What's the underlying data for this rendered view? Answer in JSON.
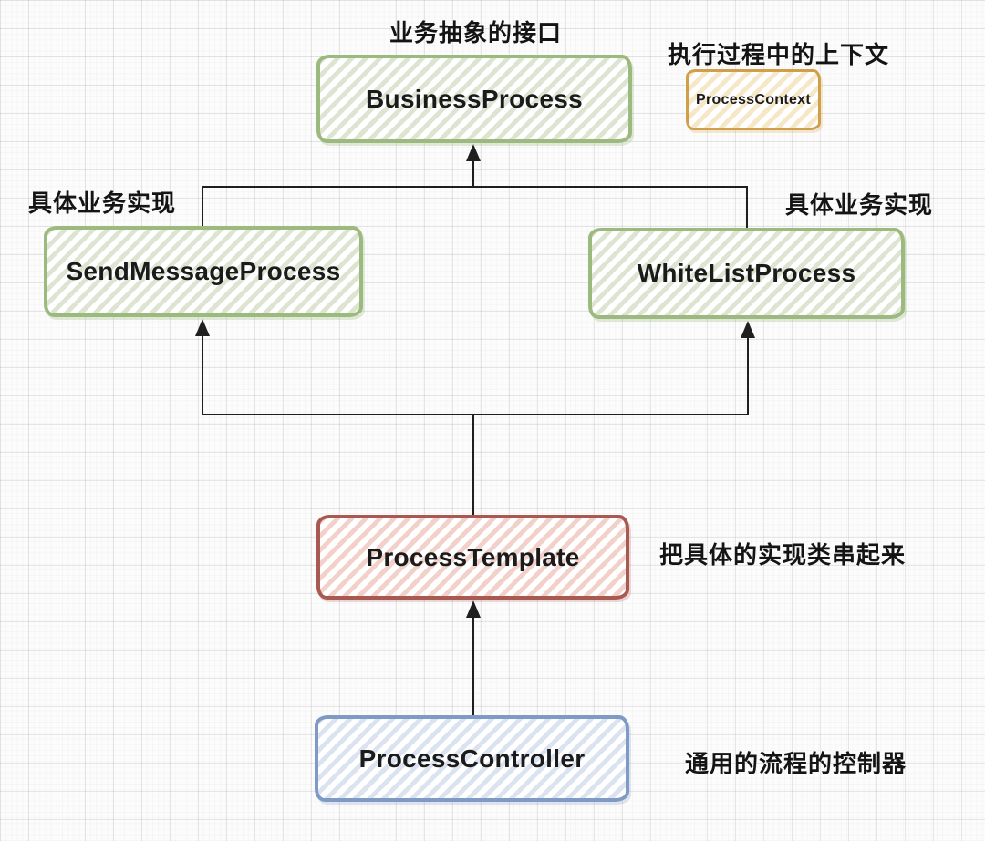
{
  "colors": {
    "green_border": "#9cba7e",
    "green_stripe": "#dde5d2",
    "orange_border": "#cf9f49",
    "orange_stripe": "#f6e7c8",
    "red_border": "#a85a52",
    "red_stripe": "#f2d1ca",
    "blue_border": "#7f9bc5",
    "blue_stripe": "#dbe2f0",
    "line": "#1f1f1f"
  },
  "nodes": {
    "business_process": {
      "label": "BusinessProcess"
    },
    "process_context": {
      "label": "ProcessContext"
    },
    "send_message_process": {
      "label": "SendMessageProcess"
    },
    "white_list_process": {
      "label": "WhiteListProcess"
    },
    "process_template": {
      "label": "ProcessTemplate"
    },
    "process_controller": {
      "label": "ProcessController"
    }
  },
  "annotations": {
    "business_interface": "业务抽象的接口",
    "context": "执行过程中的上下文",
    "impl_left": "具体业务实现",
    "impl_right": "具体业务实现",
    "template": "把具体的实现类串起来",
    "controller": "通用的流程的控制器"
  },
  "edges": [
    {
      "from": "SendMessageProcess",
      "to": "BusinessProcess",
      "type": "arrow-up"
    },
    {
      "from": "WhiteListProcess",
      "to": "BusinessProcess",
      "type": "arrow-up"
    },
    {
      "from": "ProcessTemplate",
      "to": "SendMessageProcess",
      "type": "arrow-up"
    },
    {
      "from": "ProcessTemplate",
      "to": "WhiteListProcess",
      "type": "arrow-up"
    },
    {
      "from": "ProcessController",
      "to": "ProcessTemplate",
      "type": "arrow-up"
    }
  ]
}
